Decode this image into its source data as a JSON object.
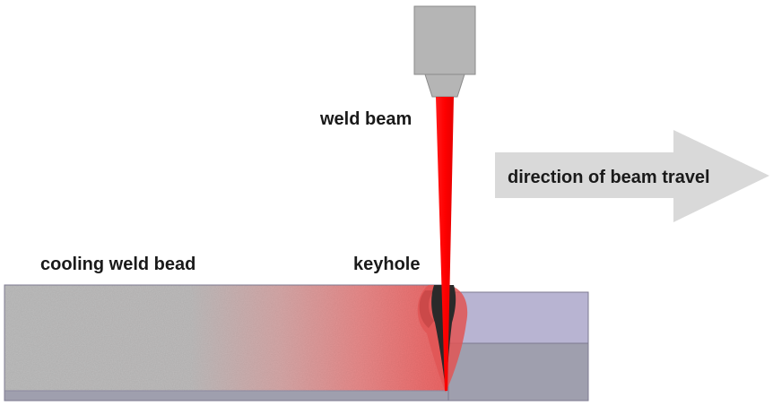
{
  "labels": {
    "weld_beam": "weld beam",
    "direction": "direction of beam travel",
    "cooling_bead": "cooling weld bead",
    "keyhole": "keyhole"
  },
  "colors": {
    "beam": "#ff0000",
    "nozzle": "#b5b5b5",
    "arrow": "#d9d9d9",
    "plate_top_unwelded": "#b8b4d2",
    "plate_bottom": "#9f9fae",
    "bead_cool": "#b9b9b9",
    "bead_hot": "#e8605f",
    "keyhole": "#2a2a2a"
  },
  "icons": {
    "nozzle": "weld-nozzle-icon",
    "arrow": "direction-arrow-icon"
  }
}
